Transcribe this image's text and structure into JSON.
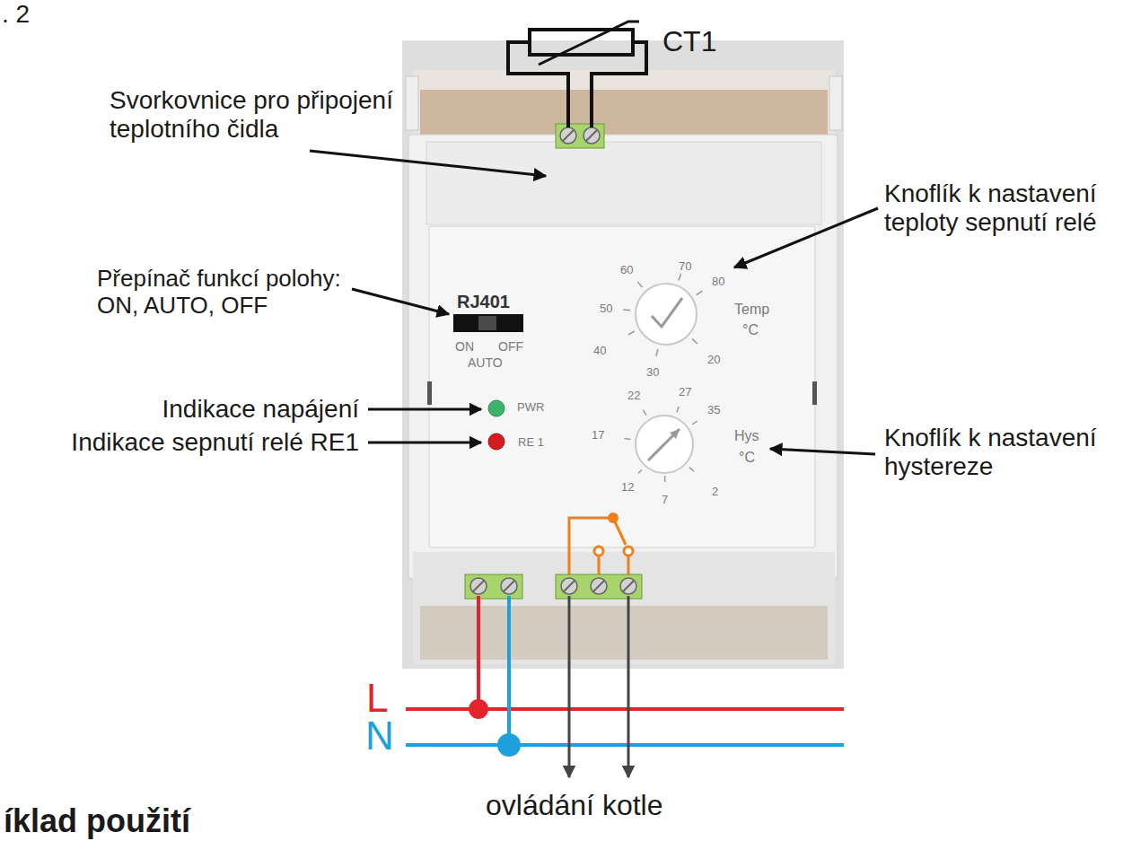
{
  "diagram": {
    "labels": [
      ". 2",
      "CT1",
      "Svorkovnice pro připojení teplotního čidla",
      "Knoflík k nastavení teploty sepnutí relé",
      "Přepínač funkcí polohy: ON, AUTO, OFF",
      "RJ401",
      "ON",
      "OFF",
      "AUTO",
      "60",
      "70",
      "80",
      "50",
      "40",
      "30",
      "20",
      "Temp",
      "°C",
      "Indikace napájení",
      "PWR",
      "Indikace sepnutí relé RE1",
      "RE 1",
      "22",
      "27",
      "35",
      "17",
      "12",
      "7",
      "2",
      "Hys",
      "°C",
      "Knoflík k nastavení hystereze",
      "L",
      "N",
      "ovládání kotle",
      "íklad použití"
    ]
  }
}
